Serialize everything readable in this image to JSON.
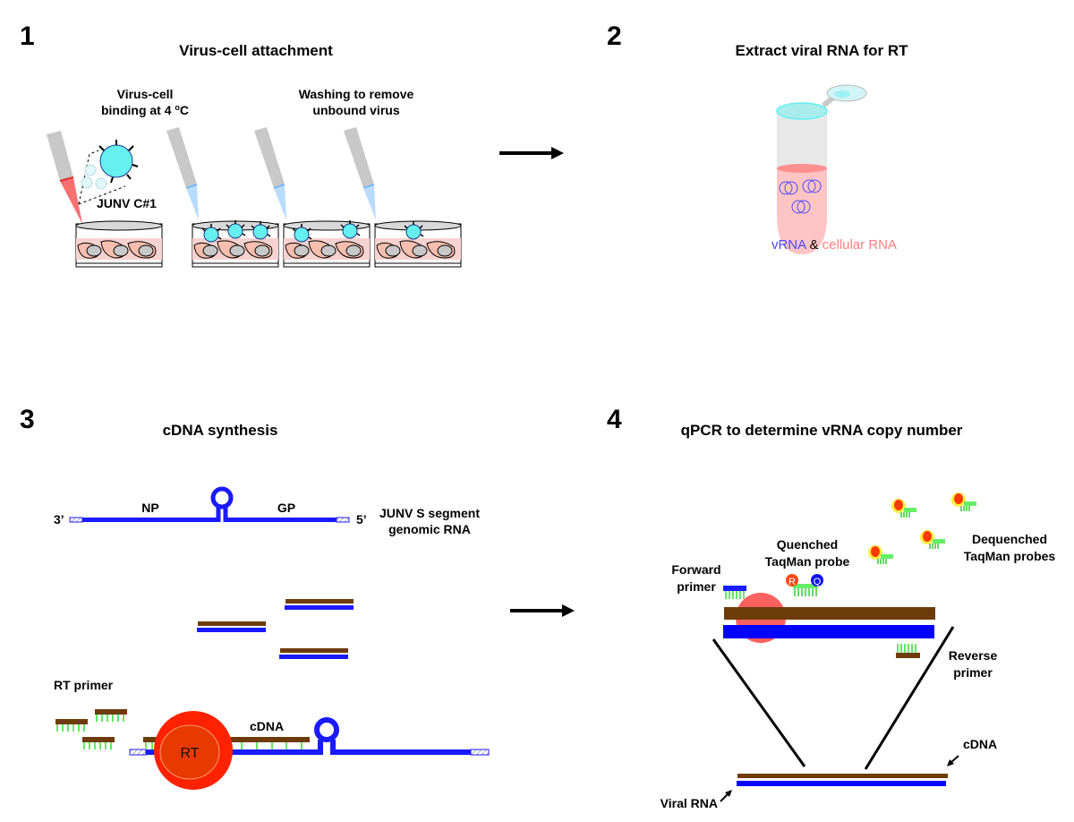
{
  "panels": [
    {
      "number": "1",
      "title": "Virus-cell attachment",
      "labels": {
        "binding_line1": "Virus-cell",
        "binding_line2": "binding at 4 ",
        "binding_deg": "o",
        "binding_unit": "C",
        "washing_line1": "Washing to remove",
        "washing_line2": "unbound virus",
        "virus_strain": "JUNV C#1"
      }
    },
    {
      "number": "2",
      "title": "Extract viral RNA for RT",
      "labels": {
        "vrna": "vRNA",
        "amp": " & ",
        "cellular": "cellular RNA"
      }
    },
    {
      "number": "3",
      "title": "cDNA synthesis",
      "labels": {
        "three_prime": "3’",
        "five_prime": "5’",
        "np": "NP",
        "gp": "GP",
        "segment_line1": "JUNV S segment",
        "segment_line2": "genomic RNA",
        "rt_primer": "RT primer",
        "rt": "RT",
        "cdna": "cDNA"
      }
    },
    {
      "number": "4",
      "title": "qPCR to determine vRNA copy number",
      "labels": {
        "quenched_line1": "Quenched",
        "quenched_line2": "TaqMan probe",
        "dequenched_line1": "Dequenched",
        "dequenched_line2": "TaqMan probes",
        "forward_line1": "Forward",
        "forward_line2": "primer",
        "reverse_line1": "Reverse",
        "reverse_line2": "primer",
        "reporter": "R",
        "quencher": "Q",
        "cdna": "cDNA",
        "viral_rna": "Viral RNA"
      }
    }
  ],
  "colors": {
    "rna_blue": "#1a1aff",
    "cdna_brown": "#6e3b0a",
    "probe_green": "#66ee66",
    "virus_cyan": "#66f0f0",
    "rt_red": "#ff2200",
    "vrna_text": "#4a4aff",
    "cellular_text": "#ff8080"
  }
}
